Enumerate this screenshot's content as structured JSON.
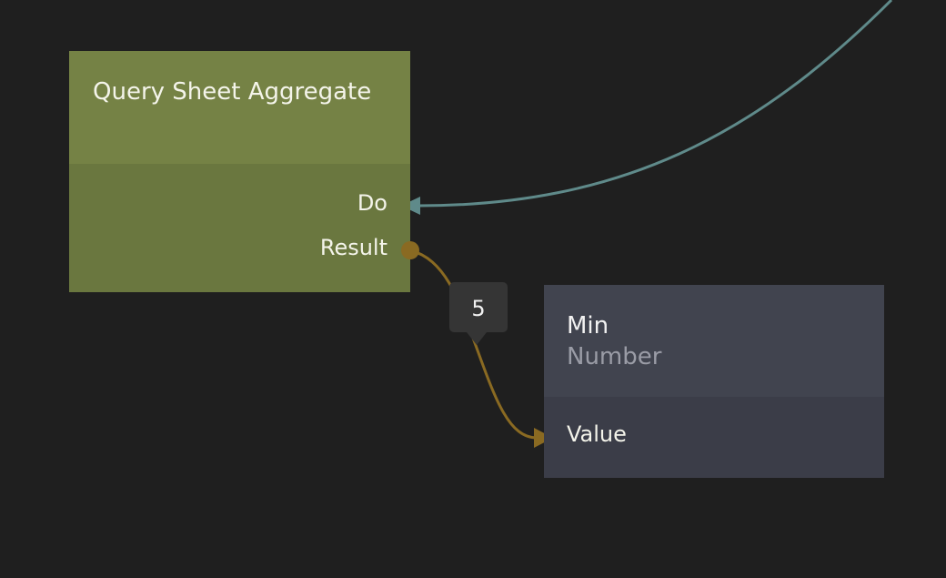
{
  "colors": {
    "background": "#1f1f1f",
    "signal_wire": "#5f8a8a",
    "data_wire": "#8a6a22",
    "query_node": "#758245",
    "min_node": "#41444f"
  },
  "query_node": {
    "title": "Query Sheet Aggregate",
    "ports": {
      "do": "Do",
      "result": "Result"
    }
  },
  "min_node": {
    "title": "Min",
    "subtitle": "Number",
    "ports": {
      "value": "Value"
    }
  },
  "connection_tooltip": {
    "value": "5"
  }
}
